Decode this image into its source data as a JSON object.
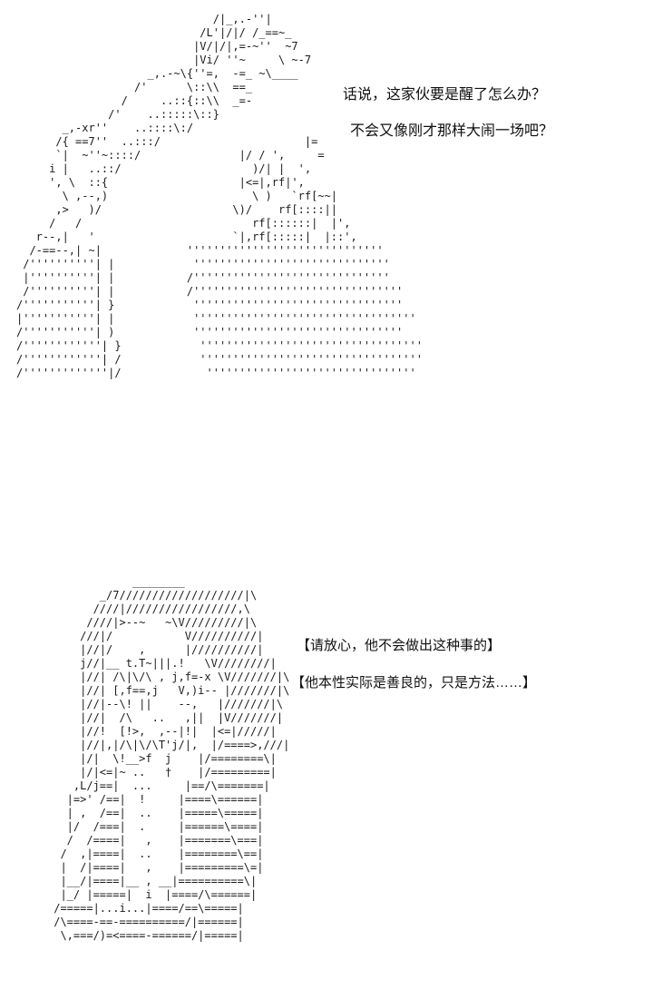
{
  "page": {
    "background_color": "#ffffff",
    "text_color": "#1b1b1b"
  },
  "dialogues": {
    "top1": "话说，这家伙要是醒了怎么办？",
    "top2": "不会又像刚才那样大闹一场吧？",
    "bottom1": "【请放心，他不会做出这种事的】",
    "bottom2": "【他本性实际是善良的，只是方法……】"
  },
  "art_top": {
    "lines": [
      "                              /|_,.-''|",
      "                            /L'|/|/ /_==~_",
      "                           |V/|/|,=-~''  ~7",
      "                           |Vi/ ''~     \\ ~-7",
      "                    _,.-~\\{''=,  -=_ ~\\____",
      "                  /'      \\::\\\\  ==_",
      "                /     ..::{::\\\\  _=-",
      "              /'    ..:::::\\::}",
      "       _,-xr''    ..::::\\:/",
      "      /{ ==7''  ..:::/                      |=",
      "      `|  ~''~::::/               |/ / ',     =",
      "     i |   ..::/                    )/| |  ',",
      "     ', \\  ::{                    |<=|,rf|',",
      "       \\ ,--,)                      \\ )   `rf[~~|",
      "      ,>   )/                    \\)/    rf[::::||",
      "     /   /                          rf[::::::|  |',",
      "   r--,|   '                     `|,rf[:::::|  |::',",
      "  /-==--,| ~|             ''''''''''''''''''''''''''''''",
      " /''''''''''| |            ''''''''''''''''''''''''''''''",
      " |''''''''''| |           /''''''''''''''''''''''''''''''",
      " /''''''''''| |           /''''''''''''''''''''''''''''''''",
      "/'''''''''''| }            ''''''''''''''''''''''''''''''''",
      "|'''''''''''| |            ''''''''''''''''''''''''''''''''''",
      "/'''''''''''| )            ''''''''''''''''''''''''''''''''",
      "/''''''''''''| }            ''''''''''''''''''''''''''''''''''",
      "/''''''''''''| /            ''''''''''''''''''''''''''''''''''",
      "/'''''''''''''|/             ''''''''''''''''''''''''''''''''"
    ]
  },
  "art_bottom": {
    "lines": [
      "             ________",
      "        _/7///////////////////|\\",
      "       ////|/////////////////,\\",
      "      ////|>--~   ~\\V/////////|\\",
      "     ///|/           V//////////|",
      "     |//|/    ,      |//////////|",
      "     j//|__ t.T~|||.!   \\V////////|",
      "     |//| /\\|\\/\\ , j,f=-x \\V///////|\\",
      "     |//| [,f==,j   V,)i-- |///////|\\",
      "     |//|--\\! ||    --,   |///////|\\",
      "     |//|  /\\   ..   ,||  |V///////|",
      "     |//!  [!>,  ,--|!|  |<=|/////|",
      "     |//|,|/\\|\\/\\T'j/|,  |/====>,///|",
      "     |/|  \\!__>f  j    |/========\\|",
      "     |/|<=|~ ..   †    |/=========|",
      "    ,L/j==|  ...     |==/\\=======|",
      "   |=>' /==|  !     |====\\======|",
      "   | ,  /==|  ..    |=====\\=====|",
      "   |/  /===|  .     |======\\====|",
      "   /  /====|   ,    |=======\\===|",
      "  /  ,|====|  ..    |========\\==|",
      "  |  /|====|   ,    |=========\\=|",
      "  |__/|====|__ , __|==========\\|",
      "  |_/ |=====|  i  |====/\\======|",
      " /=====|...i...|====/==\\=====|",
      " /\\====-==-==========/|======|",
      "  \\,===/)=<====-======/|=====|"
    ]
  }
}
